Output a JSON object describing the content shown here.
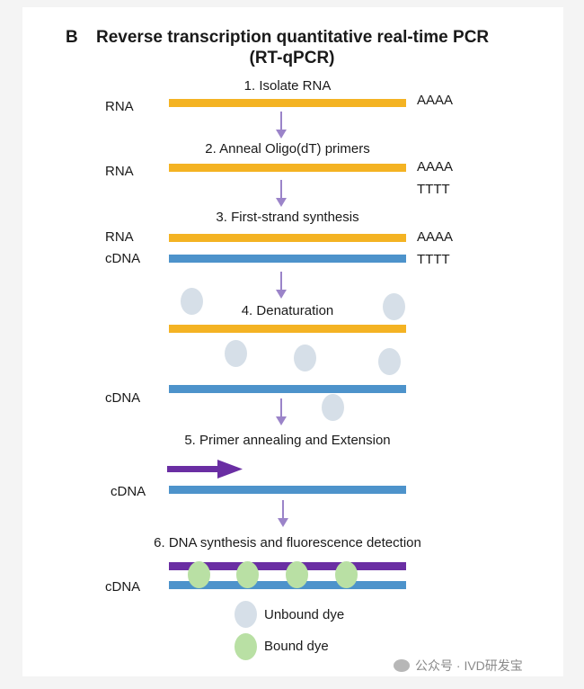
{
  "panel_label": "B",
  "title_line1": "Reverse transcription quantitative real-time PCR",
  "title_line2": "(RT-qPCR)",
  "steps": [
    "1. Isolate RNA",
    "2. Anneal Oligo(dT) primers",
    "3. First-strand synthesis",
    "4. Denaturation",
    "5. Primer annealing and Extension",
    "6. DNA synthesis and fluorescence detection"
  ],
  "labels": {
    "rna": "RNA",
    "cdna": "cDNA",
    "polya": "AAAA",
    "polyt": "TTTT"
  },
  "legend": {
    "unbound": "Unbound dye",
    "bound": "Bound dye"
  },
  "watermark": "公众号 · IVD研发宝",
  "colors": {
    "rna": "#f4b323",
    "cdna": "#4d93cb",
    "primer": "#6a2ea3",
    "unbound_dye": "#d6dfe8",
    "bound_dye": "#b9e0a4",
    "arrow": "#9b84c9"
  }
}
